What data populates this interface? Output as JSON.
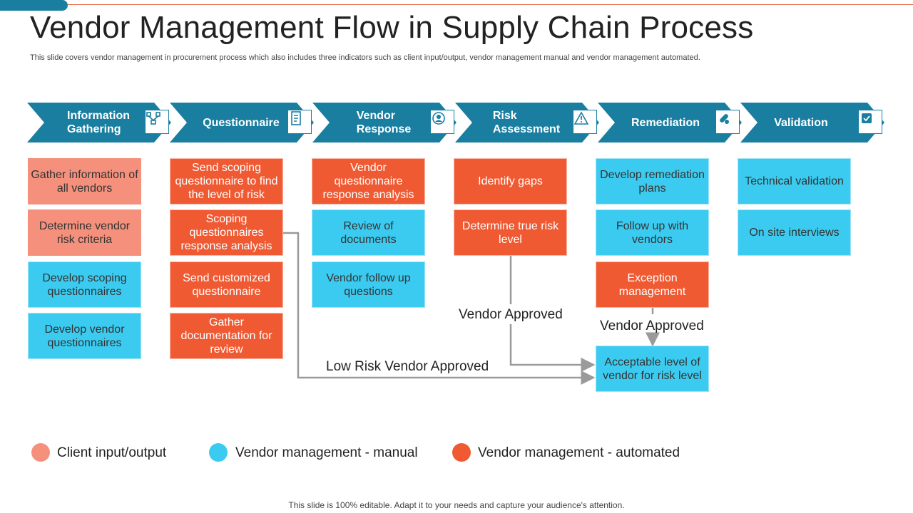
{
  "title": "Vendor Management Flow in Supply Chain Process",
  "subtitle": "This slide covers vendor management in procurement process which also includes three indicators such as client input/output, vendor management manual and vendor management automated.",
  "colors": {
    "header_dark": "#1a7ea0",
    "client_input_output": "#f4907c",
    "vendor_management_manual": "#3ccbf0",
    "vendor_management_automated": "#ef5a33",
    "connector": "#9a9a9a"
  },
  "stages": [
    {
      "label_line1": "Information",
      "label_line2": "Gathering",
      "icon": "network-icon"
    },
    {
      "label_line1": "Questionnaire",
      "label_line2": "",
      "icon": "document-icon"
    },
    {
      "label_line1": "Vendor",
      "label_line2": "Response",
      "icon": "person-search-icon"
    },
    {
      "label_line1": "Risk",
      "label_line2": "Assessment",
      "icon": "warning-chart-icon"
    },
    {
      "label_line1": "Remediation",
      "label_line2": "",
      "icon": "pills-icon"
    },
    {
      "label_line1": "Validation",
      "label_line2": "",
      "icon": "checkbox-icon"
    }
  ],
  "columns": [
    [
      {
        "text": "Gather information of all vendors",
        "kind": "client"
      },
      {
        "text": "Determine vendor risk criteria",
        "kind": "client"
      },
      {
        "text": "Develop scoping questionnaires",
        "kind": "manual"
      },
      {
        "text": "Develop vendor questionnaires",
        "kind": "manual"
      }
    ],
    [
      {
        "text": "Send scoping questionnaire to find the level of risk",
        "kind": "auto"
      },
      {
        "text": "Scoping questionnaires response analysis",
        "kind": "auto"
      },
      {
        "text": "Send customized questionnaire",
        "kind": "auto"
      },
      {
        "text": "Gather documentation for review",
        "kind": "auto"
      }
    ],
    [
      {
        "text": "Vendor questionnaire response analysis",
        "kind": "auto"
      },
      {
        "text": "Review of documents",
        "kind": "manual"
      },
      {
        "text": "Vendor follow up questions",
        "kind": "manual"
      }
    ],
    [
      {
        "text": "Identify gaps",
        "kind": "auto"
      },
      {
        "text": "Determine true risk level",
        "kind": "auto"
      }
    ],
    [
      {
        "text": "Develop remediation plans",
        "kind": "manual"
      },
      {
        "text": "Follow up with vendors",
        "kind": "manual"
      },
      {
        "text": "Exception management",
        "kind": "auto"
      }
    ],
    [
      {
        "text": "Technical validation",
        "kind": "manual"
      },
      {
        "text": "On site interviews",
        "kind": "manual"
      }
    ]
  ],
  "target_box": {
    "text": "Acceptable level of vendor for risk level",
    "kind": "manual"
  },
  "flow_labels": {
    "risk_approved": "Vendor Approved",
    "remediation_approved": "Vendor Approved",
    "low_risk": "Low Risk Vendor Approved"
  },
  "legend": [
    {
      "label": "Client input/output",
      "color": "#f4907c"
    },
    {
      "label": "Vendor management - manual",
      "color": "#3ccbf0"
    },
    {
      "label": "Vendor management - automated",
      "color": "#ef5a33"
    }
  ],
  "footer": "This slide is 100% editable. Adapt it to your needs and capture your audience's attention."
}
